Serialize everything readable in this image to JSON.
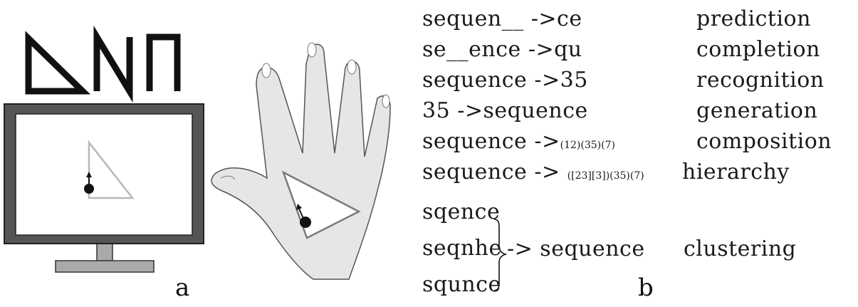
{
  "panel_a": {
    "label": "a",
    "glyphs": [
      "triangle",
      "N",
      "Π"
    ],
    "icons": [
      "monitor-icon",
      "hand-icon",
      "triangle-icon",
      "arrow-icon"
    ]
  },
  "panel_b": {
    "label": "b",
    "rows": [
      {
        "main": "sequen__ ->ce",
        "small": "",
        "task": "prediction"
      },
      {
        "main": "se__ence ->qu",
        "small": "",
        "task": "completion"
      },
      {
        "main": "sequence ->35",
        "small": "",
        "task": "recognition"
      },
      {
        "main": "35 ->sequence",
        "small": "",
        "task": "generation"
      },
      {
        "main": "sequence ->",
        "small": "(12)(35)(7)",
        "task": "composition"
      },
      {
        "main": "sequence -> ",
        "small": "([23][3])(35)(7)",
        "task": "hierarchy"
      }
    ],
    "clustering": {
      "inputs": [
        "sqence",
        "seqnhe",
        "squnce"
      ],
      "output": "-> sequence",
      "task": "clustering"
    }
  },
  "colors": {
    "ink": "#111111",
    "monitor_frame": "#555555",
    "stand": "#aaaaaa",
    "hand": "#e6e6e6",
    "triangle_screen": "#b8b8b8",
    "triangle_hand": "#7a7a7a"
  }
}
